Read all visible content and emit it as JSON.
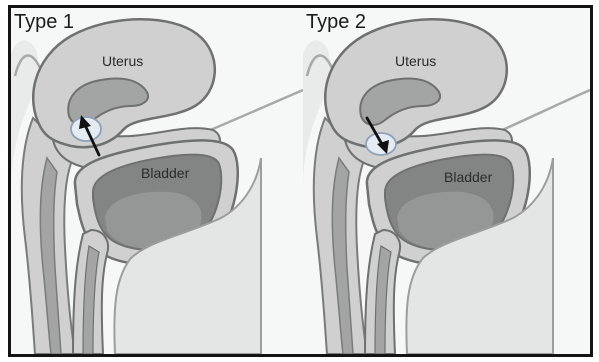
{
  "panels": [
    {
      "title": "Type 1",
      "uterus_label": "Uterus",
      "bladder_label": "Bladder",
      "arrow_direction": "up"
    },
    {
      "title": "Type 2",
      "uterus_label": "Uterus",
      "bladder_label": "Bladder",
      "arrow_direction": "down"
    }
  ],
  "colors": {
    "frame": "#141414",
    "background": "#f6f7f7",
    "tissue_light": "#cfd0cf",
    "tissue_mid": "#a3a5a4",
    "tissue_dark": "#838584",
    "outline": "#6f7170",
    "highlight_oval": "#e4ebf3",
    "highlight_oval_stroke": "#8fa2b8",
    "arrow": "#111111"
  }
}
